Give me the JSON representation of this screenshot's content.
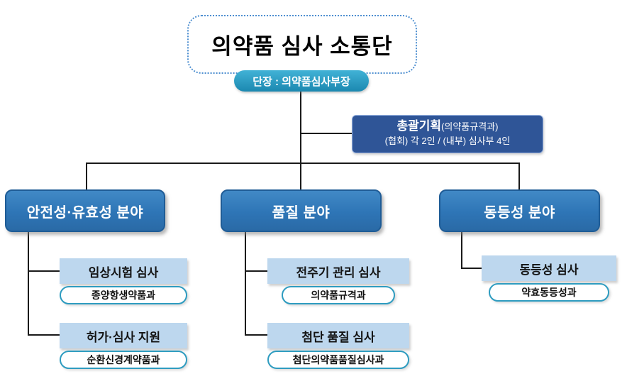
{
  "chart": {
    "title": "의약품 심사 소통단",
    "leader_badge": "단장 : 의약품심사부장",
    "planning": {
      "title": "총괄기획",
      "title_suffix": "(의약품규격과)",
      "detail": "(협회) 각 2인 / (내부) 심사부 4인"
    },
    "branches": [
      {
        "label": "안전성·유효성 분야",
        "children": [
          {
            "title": "임상시험 심사",
            "dept": "종양항생약품과"
          },
          {
            "title": "허가·심사 지원",
            "dept": "순환신경계약품과"
          }
        ]
      },
      {
        "label": "품질 분야",
        "children": [
          {
            "title": "전주기 관리 심사",
            "dept": "의약품규격과"
          },
          {
            "title": "첨단 품질 심사",
            "dept": "첨단의약품품질심사과"
          }
        ]
      },
      {
        "label": "동등성 분야",
        "children": [
          {
            "title": "동등성 심사",
            "dept": "약효동등성과"
          }
        ]
      }
    ],
    "colors": {
      "accent_teal": "#1b88b0",
      "dark_blue": "#2f5597",
      "branch_blue": "#2e75b6",
      "light_blue": "#bdd7ee"
    }
  }
}
